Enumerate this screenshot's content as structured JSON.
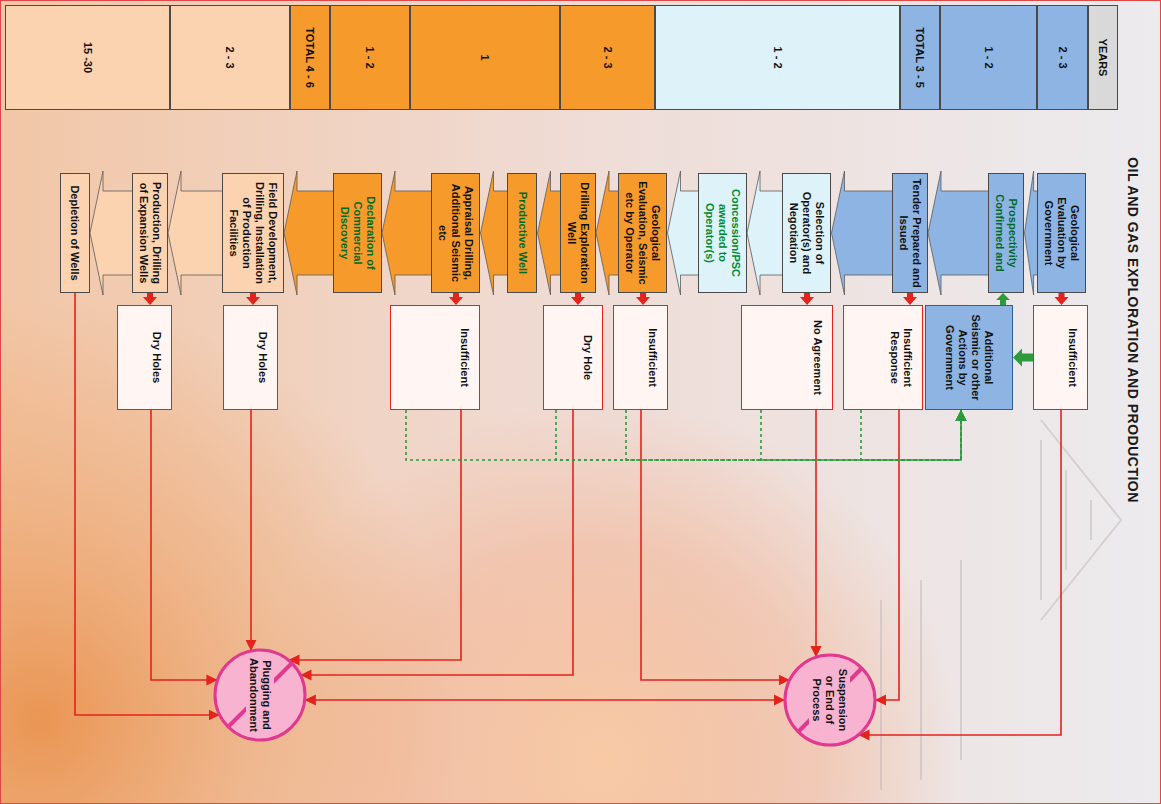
{
  "diagram": {
    "title": "OIL AND GAS EXPLORATION AND PRODUCTION",
    "nodes": [
      {
        "text": [
          "Geological Evaluation by Government"
        ]
      },
      {
        "text": [
          "Prospectivity Confirmed and"
        ]
      },
      {
        "text": [
          "Tender Prepared and Issued"
        ]
      },
      {
        "text": [
          "Selection of Operator(s) and Negotiation"
        ]
      },
      {
        "text": [
          "Concession/PSC awarded to Operator(s)"
        ]
      },
      {
        "text": [
          "Geological Evaluation, Seismic etc by Operator"
        ]
      },
      {
        "text": [
          "Drilling Exploration Well"
        ]
      },
      {
        "text": [
          "Productive Well"
        ]
      },
      {
        "text": [
          "Appraisal Drilling, Additional Seismic etc"
        ]
      },
      {
        "text": [
          "Declaration of Commercial Discovery"
        ]
      },
      {
        "text": [
          "Field Development, Drilling, Installation of Production Facilities"
        ]
      },
      {
        "text": [
          "Production, Drilling of Expansion Wells"
        ]
      },
      {
        "text": [
          "Depletion of Wells"
        ]
      },
      {
        "text": [
          "Insufficient"
        ]
      },
      {
        "text": [
          "Additional Seismic or other Actions by Government"
        ]
      },
      {
        "text": [
          "Insufficient Response"
        ]
      },
      {
        "text": [
          "No Agreement"
        ]
      },
      {
        "text": [
          "Insufficient"
        ]
      },
      {
        "text": [
          "Dry Hole"
        ]
      },
      {
        "text": [
          "Insufficient"
        ]
      },
      {
        "text": [
          "Dry Holes"
        ]
      },
      {
        "text": [
          "Dry Holes"
        ]
      },
      {
        "text": [
          "Suspension or End of Process"
        ]
      },
      {
        "text": [
          "Plugging and Abandonment"
        ]
      },
      {
        "text": [
          "YEARS"
        ]
      },
      {
        "text": [
          "2 - 3"
        ]
      },
      {
        "text": [
          "1 - 2"
        ]
      },
      {
        "text": [
          "TOTAL 3 - 5"
        ]
      },
      {
        "text": [
          "1 - 2"
        ]
      },
      {
        "text": [
          "2 - 3"
        ]
      },
      {
        "text": [
          "1"
        ]
      },
      {
        "text": [
          "1 - 2"
        ]
      },
      {
        "text": [
          "TOTAL 4 - 6"
        ]
      },
      {
        "text": [
          "2 - 3"
        ]
      },
      {
        "text": [
          "15 -30"
        ]
      }
    ],
    "edges": [
      {
        "from": 0,
        "to": 1,
        "arrow": "to"
      },
      {
        "from": 1,
        "to": 2,
        "arrow": "to"
      },
      {
        "from": 2,
        "to": 3,
        "arrow": "to"
      },
      {
        "from": 3,
        "to": 4,
        "arrow": "to"
      },
      {
        "from": 4,
        "to": 5,
        "arrow": "to"
      },
      {
        "from": 5,
        "to": 6,
        "arrow": "to"
      },
      {
        "from": 6,
        "to": 7,
        "arrow": "to"
      },
      {
        "from": 7,
        "to": 8,
        "arrow": "to"
      },
      {
        "from": 8,
        "to": 9,
        "arrow": "to"
      },
      {
        "from": 9,
        "to": 10,
        "arrow": "to"
      },
      {
        "from": 10,
        "to": 11,
        "arrow": "to"
      },
      {
        "from": 11,
        "to": 12,
        "arrow": "to"
      },
      {
        "from": 0,
        "to": 13,
        "arrow": "to"
      },
      {
        "from": 2,
        "to": 15,
        "arrow": "to"
      },
      {
        "from": 3,
        "to": 16,
        "arrow": "to"
      },
      {
        "from": 5,
        "to": 17,
        "arrow": "to"
      },
      {
        "from": 6,
        "to": 18,
        "arrow": "to"
      },
      {
        "from": 8,
        "to": 19,
        "arrow": "to"
      },
      {
        "from": 10,
        "to": 20,
        "arrow": "to"
      },
      {
        "from": 11,
        "to": 21,
        "arrow": "to"
      },
      {
        "from": 13,
        "to": 14,
        "arrow": "to"
      },
      {
        "from": 14,
        "to": 1,
        "arrow": "to"
      },
      {
        "from": 13,
        "to": 22,
        "arrow": "to"
      },
      {
        "from": 15,
        "to": 22,
        "arrow": "to"
      },
      {
        "from": 16,
        "to": 22,
        "arrow": "to"
      },
      {
        "from": 17,
        "to": 22,
        "arrow": "to"
      },
      {
        "from": 18,
        "to": 23,
        "arrow": "to"
      },
      {
        "from": 19,
        "to": 23,
        "arrow": "to"
      },
      {
        "from": 20,
        "to": 23,
        "arrow": "to"
      },
      {
        "from": 21,
        "to": 23,
        "arrow": "to"
      },
      {
        "from": 12,
        "to": 23,
        "arrow": "to"
      },
      {
        "from": 22,
        "to": 23,
        "arrow": "both"
      },
      {
        "from": 15,
        "to": 14,
        "arrow": "to"
      },
      {
        "from": 16,
        "to": 14,
        "arrow": "to"
      },
      {
        "from": 17,
        "to": 14,
        "arrow": "to"
      },
      {
        "from": 18,
        "to": 14,
        "arrow": "to"
      },
      {
        "from": 19,
        "to": 14,
        "arrow": "to"
      }
    ]
  }
}
